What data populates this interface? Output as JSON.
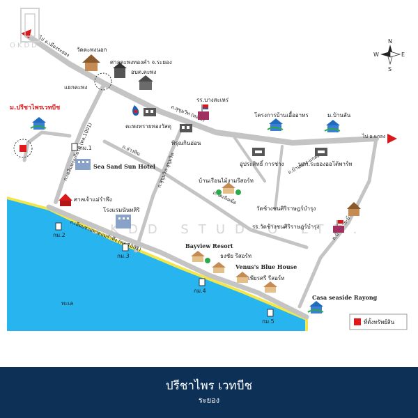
{
  "logo": {
    "text": "OKDD"
  },
  "watermark": {
    "text": "OKDD STUDIO LTD."
  },
  "compass": {
    "n": "N",
    "s": "S",
    "e": "E",
    "w": "W"
  },
  "roads": {
    "to_muang_rayong": "ไป อ.เมืองระยอง",
    "to_klaeng": "ไป อ.แกลง",
    "sukhumvit_3": "ถ.สุขุมวิท (ทล.3)",
    "sukhumvit_lower": "ถ.สุขุมวิท-สุขุมวิท",
    "chalerm_phrakiat": "ถ.เฉลิมพระเกียรติ (ทล.1001)",
    "beach_road": "ถ.เลียบชายหาดแม่รำพึง (ทล.1001)",
    "ban_khai": "ถ.บ้านค่าย-บ้านค่าย",
    "soi_ang": "ถ.อ่างหิน",
    "wat_road": "ถ.วัดเนินฆ้อ",
    "ban_chang": "ถ.บ้านฉาง-แกลง"
  },
  "places": {
    "wat_takhuan": "วัดตะพงนอก",
    "court": "ศาลตะพงทองคำ จ.ระยอง",
    "obt": "อบต.ตะพง",
    "junction": "แยกตะพง",
    "school": "รร.บางสะเหร่",
    "project_houses": "โครงการบ้านเอื้ออาทร",
    "ban_lan": "ม.บ้านลัน",
    "tapong_building": "ตะพงทรายทองวัสดุ",
    "pirun": "พิรุณกินอ่อน",
    "u_prasit": "อู่ประสิทธิ์ การช่าง",
    "auto": "บจก.ระยองออโต้พาร์ท",
    "target_village": "ม.ปรีชาไพรเวทบีช",
    "km1": "กม.1",
    "km2": "กม.2",
    "km3": "กม.3",
    "km4": "กม.4",
    "km5": "กม.5",
    "sea_sand": "Sea Sand Sun Hotel",
    "ban_ruan": "บ้านเรือนไม้งามรีสอร์ท",
    "shrine": "ศาลเจ้าแม่รำพึง",
    "hotel_nanthasiri": "โรงแรมนันทสิริ",
    "wat_chang": "วัดช้างชนศิริราษฎร์บำรุง",
    "school_chang": "รร.วัดช้างชนศิริราษฎร์บำรุง",
    "bayview": "Bayview Resort",
    "kongchai": "ธงชัย รีสอร์ท",
    "venus": "Venus's Blue House",
    "piyasri": "เพียรศรี รีสอร์ท",
    "casa": "Casa seaside Rayong",
    "sea": "ทะเล"
  },
  "legend": {
    "label": "ที่ตั้งทรัพย์สิน",
    "color": "#e0191c"
  },
  "colors": {
    "road": "#c4c4c4",
    "sea": "#27b4ef",
    "beach": "#f3e64a",
    "highlight": "#d7191c",
    "footer": "#0d3057"
  },
  "footer": {
    "title": "ปรีชาไพร เวทบีช",
    "subtitle": "ระยอง"
  }
}
